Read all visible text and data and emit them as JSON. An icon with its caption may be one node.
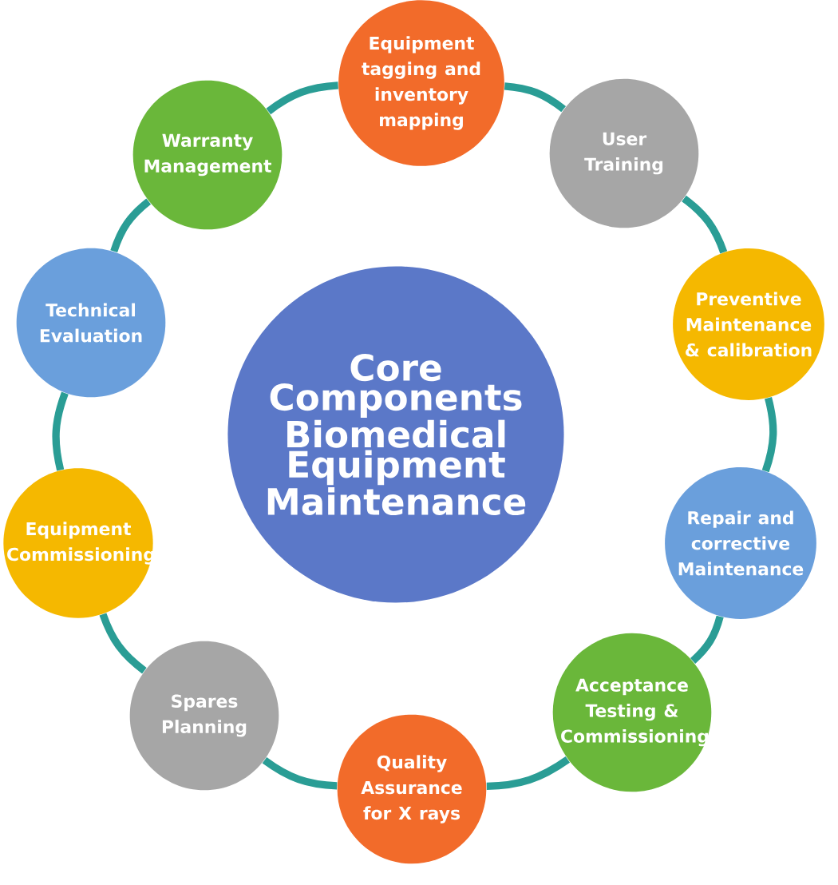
{
  "diagram": {
    "nodes": [
      {
        "text": [
          "Core Components Biomedical Equipment Maintenance"
        ]
      },
      {
        "text": [
          "Equipment tagging and inventory mapping"
        ]
      },
      {
        "text": [
          "User Training"
        ]
      },
      {
        "text": [
          "Preventive Maintenance & calibration"
        ]
      },
      {
        "text": [
          "Repair and corrective Maintenance"
        ]
      },
      {
        "text": [
          "Acceptance Testing & Commissioning"
        ]
      },
      {
        "text": [
          "Quality Assurance for X rays"
        ]
      },
      {
        "text": [
          "Spares Planning"
        ]
      },
      {
        "text": [
          "Equipment Commissioning"
        ]
      },
      {
        "text": [
          "Technical Evaluation"
        ]
      },
      {
        "text": [
          "Warranty Management"
        ]
      }
    ],
    "edges": [
      {
        "from": 1,
        "to": 2,
        "arrow": "none"
      },
      {
        "from": 2,
        "to": 3,
        "arrow": "none"
      },
      {
        "from": 3,
        "to": 4,
        "arrow": "none"
      },
      {
        "from": 4,
        "to": 5,
        "arrow": "none"
      },
      {
        "from": 5,
        "to": 6,
        "arrow": "none"
      },
      {
        "from": 6,
        "to": 7,
        "arrow": "none"
      },
      {
        "from": 7,
        "to": 8,
        "arrow": "none"
      },
      {
        "from": 8,
        "to": 9,
        "arrow": "none"
      },
      {
        "from": 9,
        "to": 10,
        "arrow": "none"
      },
      {
        "from": 10,
        "to": 1,
        "arrow": "none"
      }
    ]
  }
}
